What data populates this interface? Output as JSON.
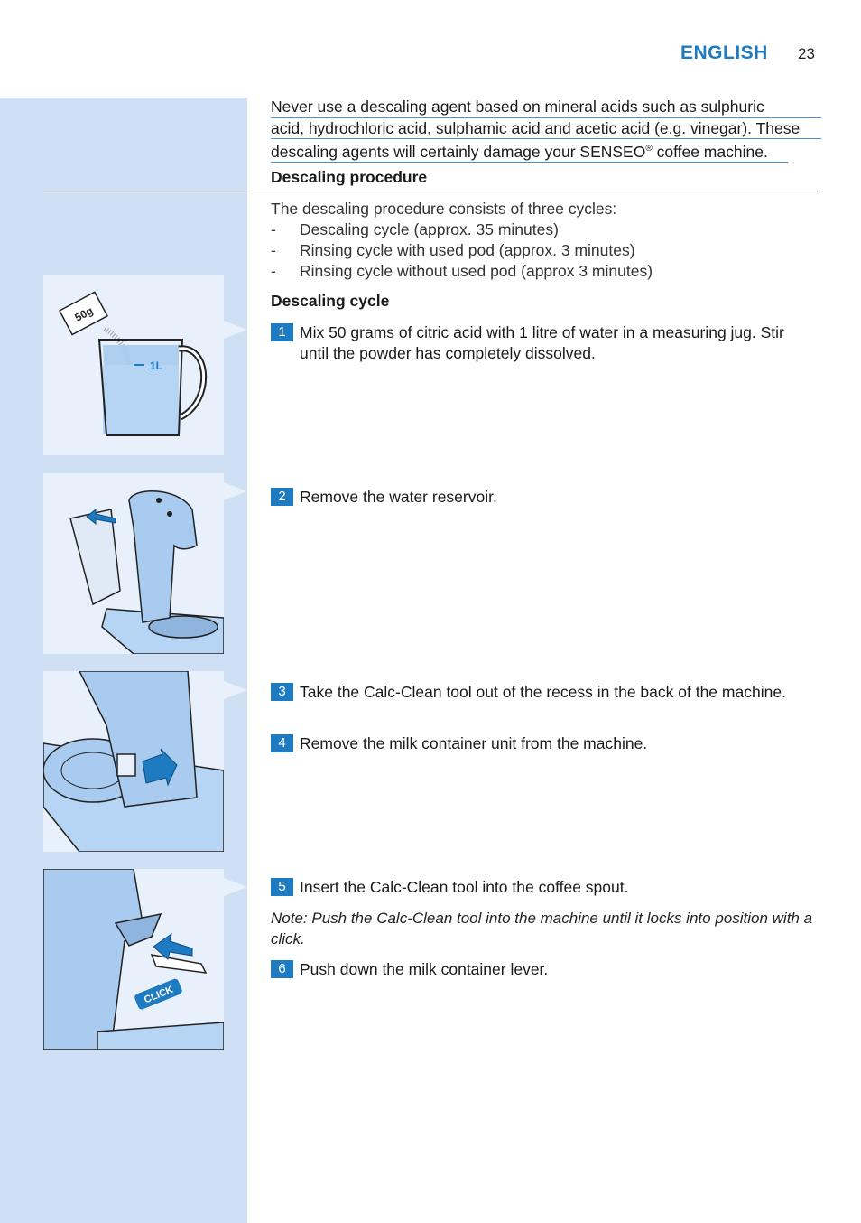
{
  "header": {
    "language": "ENGLISH",
    "page_number": "23"
  },
  "warning": {
    "line1": "Never use a descaling agent based on mineral acids such as sulphuric",
    "line2": "acid, hydrochloric acid, sulphamic acid and acetic acid (e.g. vinegar). These",
    "line3a": "descaling agents will certainly damage your SENSEO",
    "line3_mark": "®",
    "line3b": " coffee machine."
  },
  "procedure": {
    "heading": "Descaling procedure",
    "intro": "The descaling procedure consists of three cycles:",
    "items": [
      "Descaling cycle (approx. 35 minutes)",
      "Rinsing cycle with used pod (approx. 3 minutes)",
      "Rinsing cycle without used pod (approx 3 minutes)"
    ],
    "dash": "-"
  },
  "cycle": {
    "heading": "Descaling cycle",
    "steps": [
      {
        "num": "1",
        "text": "Mix 50 grams of citric acid with 1 litre of water in a measuring jug. Stir until the powder has completely dissolved."
      },
      {
        "num": "2",
        "text": "Remove the water reservoir."
      },
      {
        "num": "3",
        "text": "Take the Calc-Clean tool out of the recess in the back of the machine."
      },
      {
        "num": "4",
        "text": "Remove the milk container unit from the machine."
      },
      {
        "num": "5",
        "text": "Insert the Calc-Clean tool into the coffee spout."
      },
      {
        "num": "6",
        "text": "Push down the milk container lever."
      }
    ],
    "note_label": "Note:",
    "note_text": " Push the Calc-Clean tool into the machine until it locks into position with a click."
  },
  "illustrations": {
    "jug": {
      "packet_label": "50g",
      "jug_label": "1L"
    },
    "click": {
      "label": "CLICK"
    }
  },
  "colors": {
    "accent": "#1f7bc1",
    "sidebar": "#cfe0f4",
    "panel": "#e8f0fb"
  }
}
